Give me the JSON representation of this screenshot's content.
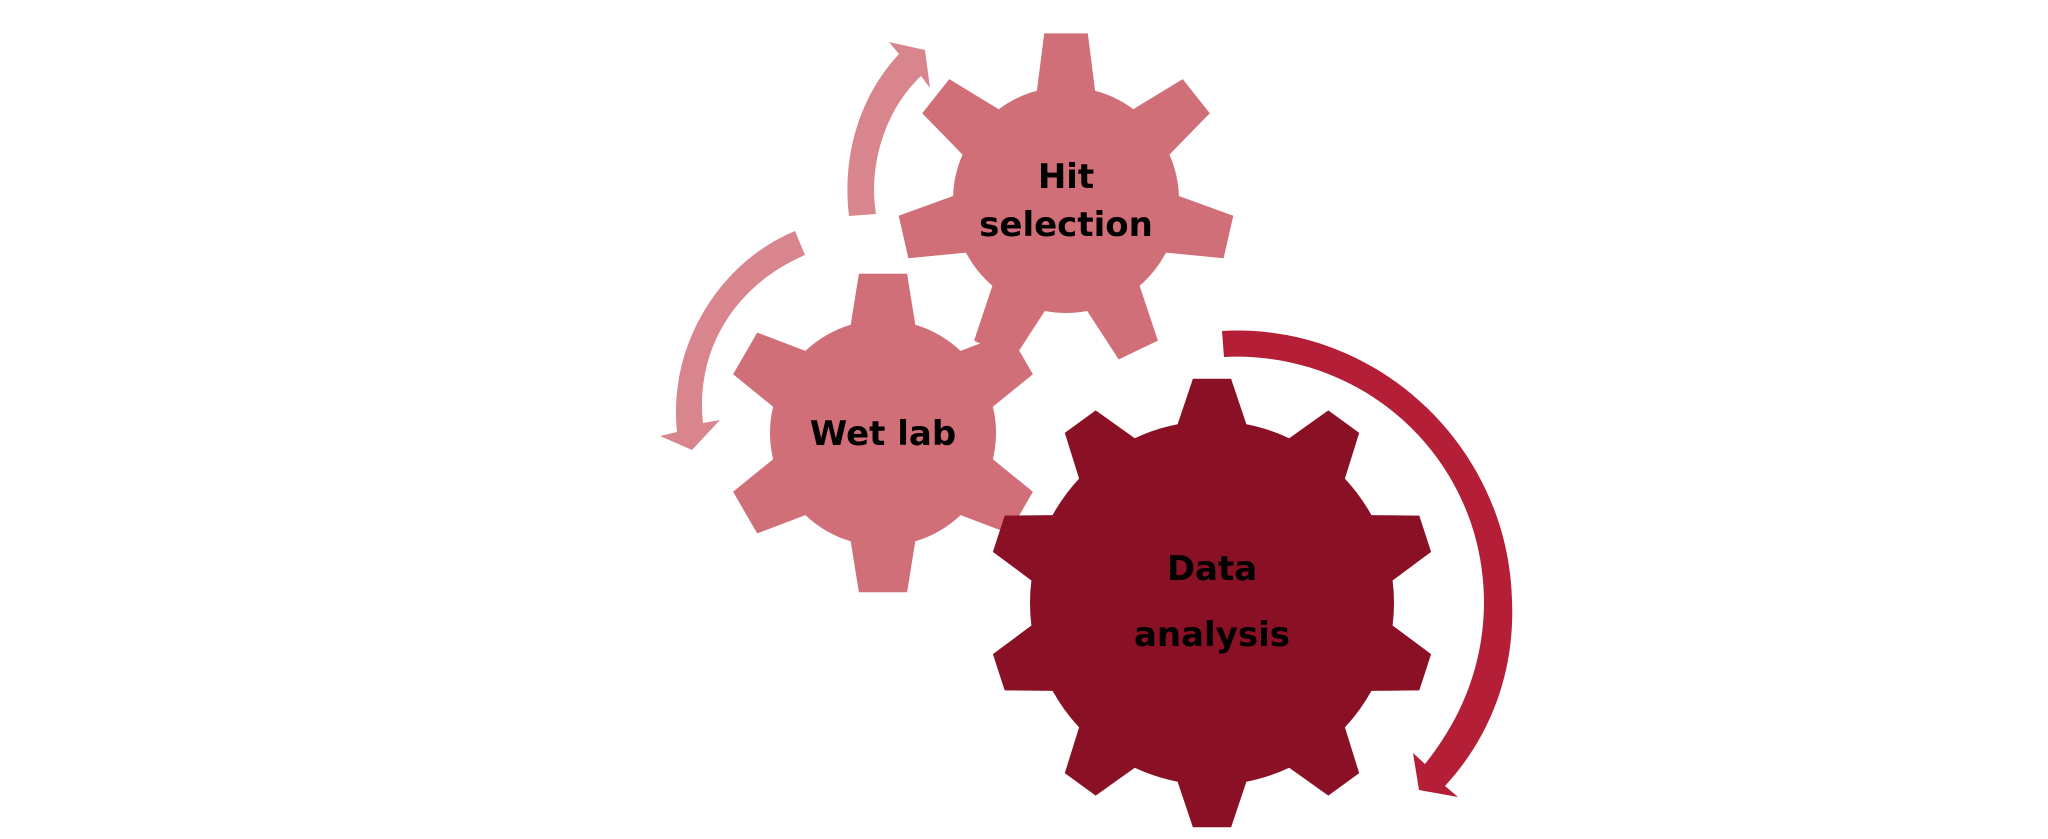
{
  "diagram": {
    "gears": [
      {
        "id": "hit",
        "lines": [
          "Hit",
          "selection"
        ],
        "color": "#D16F78"
      },
      {
        "id": "wet",
        "lines": [
          "Wet lab"
        ],
        "color": "#D16F78"
      },
      {
        "id": "data",
        "lines": [
          "Data",
          "analysis"
        ],
        "color": "#8A1026"
      }
    ],
    "arrows": [
      {
        "id": "to-hit",
        "color": "#D9858D"
      },
      {
        "id": "to-wet",
        "color": "#D9858D"
      },
      {
        "id": "to-data",
        "color": "#B41E36"
      }
    ],
    "text_color": "#000000"
  }
}
